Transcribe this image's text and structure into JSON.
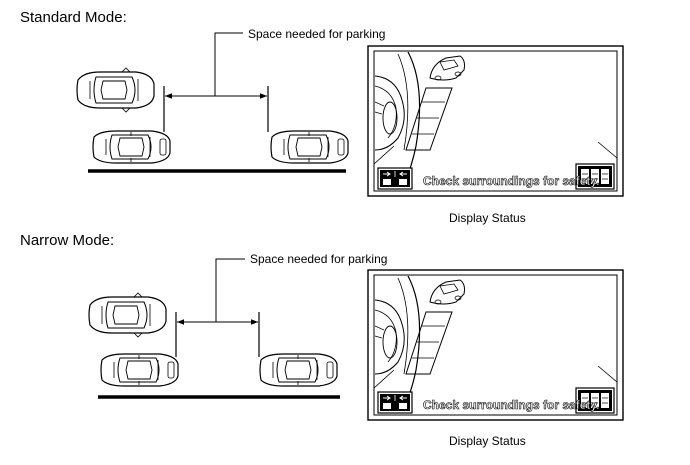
{
  "sections": [
    {
      "mode_title": "Standard Mode:",
      "callout": "Space needed for parking",
      "screen_message": "Check surroundings for safety.",
      "display_status": "Display Status"
    },
    {
      "mode_title": "Narrow Mode:",
      "callout": "Space needed for parking",
      "screen_message": "Check surroundings for safety.",
      "display_status": "Display Status"
    }
  ],
  "icons": [
    "car-top-view-icon",
    "parking-mode-icon",
    "sensor-bars-icon"
  ]
}
